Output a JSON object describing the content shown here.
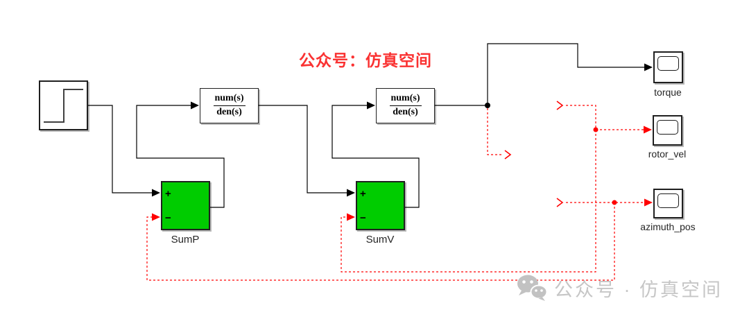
{
  "title": {
    "text": "公众号：仿真空间"
  },
  "watermark": {
    "icon": "wechat-icon",
    "text": "公众号 · 仿真空间"
  },
  "blocks": {
    "step": {
      "icon": "step-signal-icon"
    },
    "tf1": {
      "num": "num(s)",
      "den": "den(s)"
    },
    "tf2": {
      "num": "num(s)",
      "den": "den(s)"
    },
    "sum_p": {
      "label": "SumP",
      "plus_sign": "+",
      "minus_sign": "−"
    },
    "sum_v": {
      "label": "SumV",
      "plus_sign": "+",
      "minus_sign": "−"
    },
    "scopes": [
      {
        "label": "torque"
      },
      {
        "label": "rotor_vel"
      },
      {
        "label": "azimuth_pos"
      }
    ]
  },
  "colors": {
    "wire_black": "#000000",
    "signal_red": "#ff0000",
    "sum_green": "#00cc00",
    "block_border": "#1f1f1f",
    "title_red": "#fa3232",
    "watermark_gray": "#c6c6c6"
  }
}
